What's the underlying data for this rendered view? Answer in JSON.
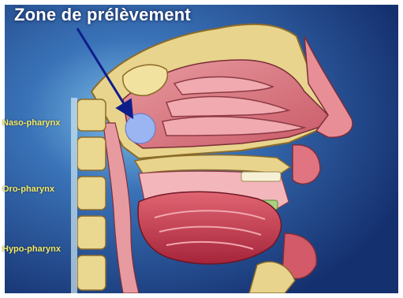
{
  "title": "Zone de prélèvement",
  "regions": {
    "naso": "Naso-pharynx",
    "oro": "Oro-pharynx",
    "hypo": "Hypo-pharynx"
  },
  "colors": {
    "background": "#1d3f86",
    "bone": "#e6d58a",
    "tissue": "#d9727c",
    "tongue": "#c7374a",
    "marker": "#9bb4f2",
    "arrow": "#0f1d8a",
    "label": "#f4ea6a"
  }
}
